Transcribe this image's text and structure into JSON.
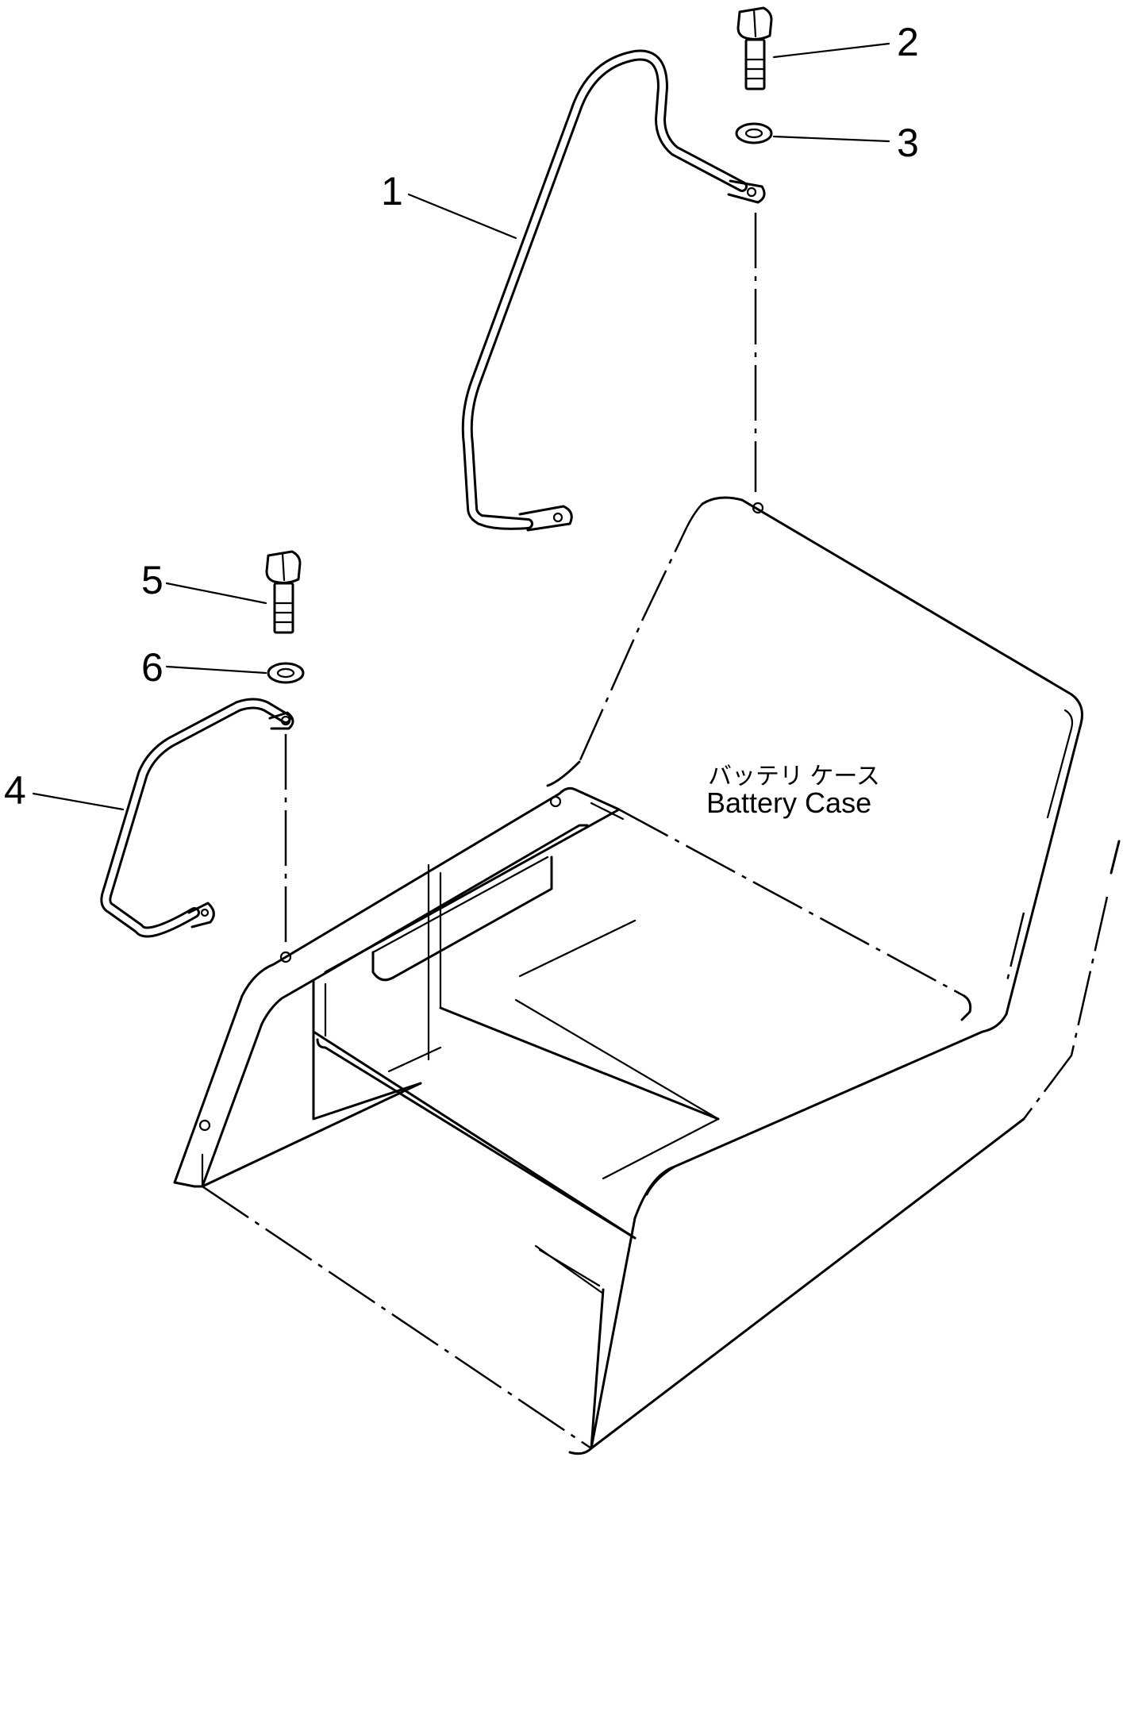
{
  "diagram": {
    "callouts": [
      {
        "id": "1",
        "part": "rail-large"
      },
      {
        "id": "2",
        "part": "bolt"
      },
      {
        "id": "3",
        "part": "washer"
      },
      {
        "id": "4",
        "part": "rail-small"
      },
      {
        "id": "5",
        "part": "bolt"
      },
      {
        "id": "6",
        "part": "washer"
      }
    ],
    "battery_case_label": {
      "japanese": "バッテリ ケース",
      "english": "Battery Case"
    }
  }
}
